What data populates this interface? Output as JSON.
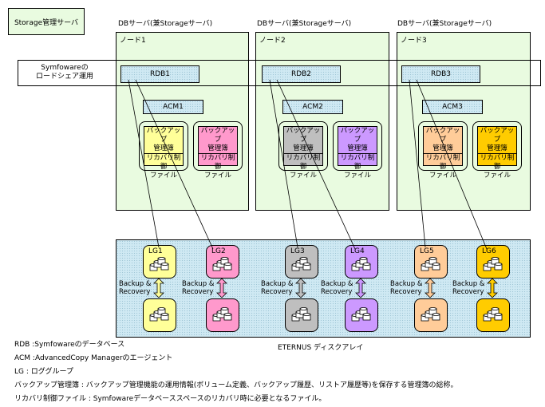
{
  "mgmt_server": "Storage管理サーバ",
  "servers": [
    {
      "header": "DBサーバ(兼Storageサーバ)",
      "node": "ノード1",
      "rdb": "RDB1",
      "acm": "ACM1",
      "boxes": [
        {
          "l1": "バックアップ",
          "l2": "管理簿",
          "l3": "リカバリ制御",
          "l4": "ファイル",
          "color": "#ffff99"
        },
        {
          "l1": "バックアップ",
          "l2": "管理簿",
          "l3": "リカバリ制御",
          "l4": "ファイル",
          "color": "#ff99cc"
        }
      ]
    },
    {
      "header": "DBサーバ(兼Storageサーバ)",
      "node": "ノード2",
      "rdb": "RDB2",
      "acm": "ACM2",
      "boxes": [
        {
          "l1": "バックアップ",
          "l2": "管理簿",
          "l3": "リカバリ制御",
          "l4": "ファイル",
          "color": "#bfbfbf"
        },
        {
          "l1": "バックアップ",
          "l2": "管理簿",
          "l3": "リカバリ制御",
          "l4": "ファイル",
          "color": "#cc99ff"
        }
      ]
    },
    {
      "header": "DBサーバ(兼Storageサーバ)",
      "node": "ノード3",
      "rdb": "RDB3",
      "acm": "ACM3",
      "boxes": [
        {
          "l1": "バックアップ",
          "l2": "管理簿",
          "l3": "リカバリ制御",
          "l4": "ファイル",
          "color": "#ffcc99"
        },
        {
          "l1": "バックアップ",
          "l2": "管理簿",
          "l3": "リカバリ制御",
          "l4": "ファイル",
          "color": "#ffcc00"
        }
      ]
    }
  ],
  "symfoware_band": {
    "line1": "Symfowareの",
    "line2": "ロードシェア運用"
  },
  "lgs": [
    {
      "label": "LG1",
      "color": "#ffff99"
    },
    {
      "label": "LG2",
      "color": "#ff99cc"
    },
    {
      "label": "LG3",
      "color": "#bfbfbf"
    },
    {
      "label": "LG4",
      "color": "#cc99ff"
    },
    {
      "label": "LG5",
      "color": "#ffcc99"
    },
    {
      "label": "LG6",
      "color": "#ffcc00"
    }
  ],
  "br_label": {
    "line1": "Backup &",
    "line2": "Recovery"
  },
  "eternus": "ETERNUS ディスクアレイ",
  "legend": [
    "RDB :Symfowareのデータベース",
    "ACM :AdvancedCopy Managerのエージェント",
    "LG : ロググループ",
    "バックアップ管理簿 : バックアップ管理機能の運用情報(ボリューム定義、バックアップ履歴、リストア履歴等)を保存する管理簿の総称。",
    "リカバリ制御ファイル : Symfowareデータベーススペースのリカバリ時に必要となるファイル。"
  ]
}
